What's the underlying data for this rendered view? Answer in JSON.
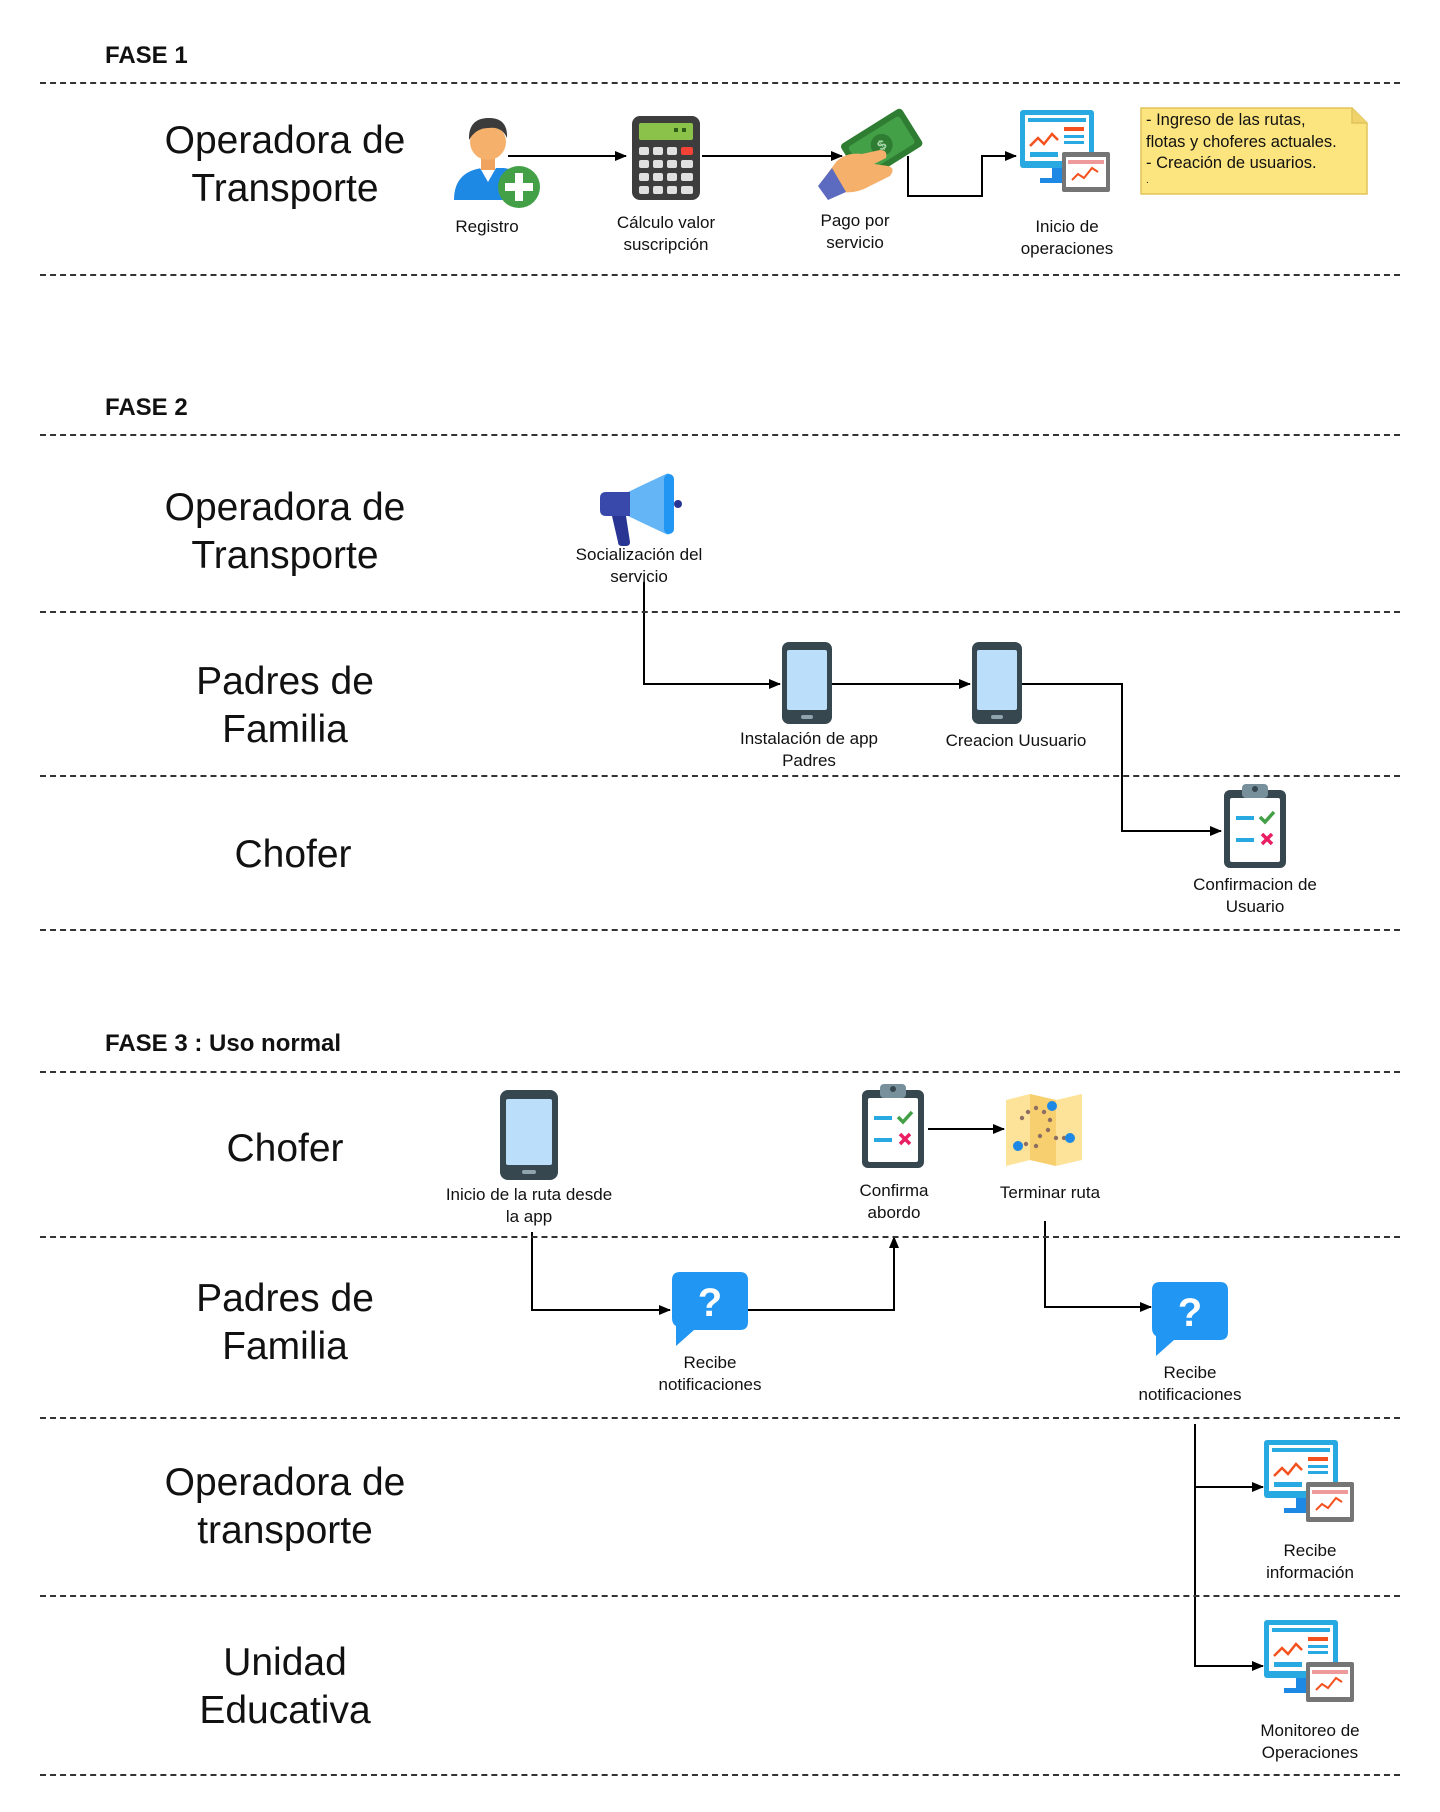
{
  "phases": {
    "p1": "FASE 1",
    "p2": "FASE 2",
    "p3": "FASE 3 : Uso normal"
  },
  "lanes": {
    "f1_operadora": [
      "Operadora de",
      "Transporte"
    ],
    "f2_operadora": [
      "Operadora de",
      "Transporte"
    ],
    "f2_padres": [
      "Padres de",
      "Familia"
    ],
    "f2_chofer": [
      "Chofer"
    ],
    "f3_chofer": [
      "Chofer"
    ],
    "f3_padres": [
      "Padres de",
      "Familia"
    ],
    "f3_operadora": [
      "Operadora de",
      "transporte"
    ],
    "f3_unidad": [
      "Unidad",
      "Educativa"
    ]
  },
  "steps": {
    "registro": [
      "Registro"
    ],
    "calculo": [
      "Cálculo valor",
      "suscripción"
    ],
    "pago": [
      "Pago por",
      "servicio"
    ],
    "inicio_op": [
      "Inicio de",
      "operaciones"
    ],
    "socializacion": [
      "Socialización del",
      "servicio"
    ],
    "instalacion": [
      "Instalación de app",
      "Padres"
    ],
    "creacion": [
      "Creacion Uusuario"
    ],
    "confirmacion": [
      "Confirmacion de",
      "Usuario"
    ],
    "inicio_ruta": [
      "Inicio de la ruta desde",
      "la app"
    ],
    "confirma_abordo": [
      "Confirma",
      "abordo"
    ],
    "terminar": [
      "Terminar ruta"
    ],
    "recibe_notif_1": [
      "Recibe",
      "notificaciones"
    ],
    "recibe_notif_2": [
      "Recibe",
      "notificaciones"
    ],
    "recibe_info": [
      "Recibe",
      "información"
    ],
    "monitoreo": [
      "Monitoreo de",
      "Operaciones"
    ]
  },
  "note": [
    "- Ingreso de las rutas,",
    "flotas y choferes actuales.",
    "- Creación de  usuarios.",
    "."
  ],
  "icons": {
    "registro": "add-user-icon",
    "calculo": "calculator-icon",
    "pago": "payment-hand-icon",
    "inicio_op": "monitor-dashboard-icon",
    "socializacion": "megaphone-icon",
    "instalacion": "smartphone-icon",
    "creacion": "smartphone-icon",
    "confirmacion": "clipboard-checklist-icon",
    "inicio_ruta": "smartphone-icon",
    "confirma_abordo": "clipboard-checklist-icon",
    "terminar": "route-map-icon",
    "recibe_notif_1": "question-bubble-icon",
    "recibe_notif_2": "question-bubble-icon",
    "recibe_info": "monitor-dashboard-icon",
    "monitoreo": "monitor-dashboard-icon"
  },
  "colors": {
    "note_fill": "#fce57e",
    "note_stroke": "#e0c35a",
    "icon_blue": "#1e88e5",
    "icon_green": "#43a047"
  }
}
